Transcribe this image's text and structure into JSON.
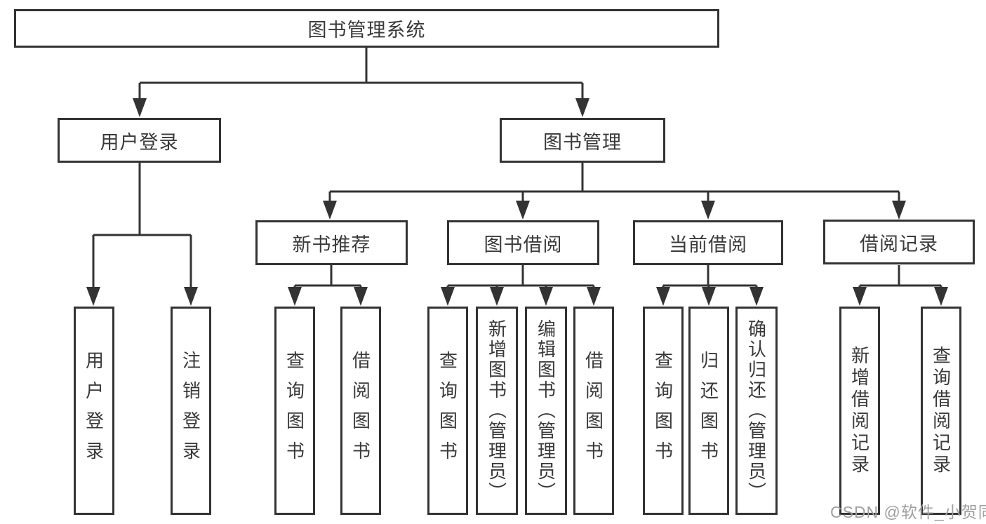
{
  "diagram": {
    "title": "图书管理系统",
    "root": {
      "label": "图书管理系统"
    },
    "level2": [
      {
        "label": "用户登录"
      },
      {
        "label": "图书管理"
      }
    ],
    "level3": [
      {
        "label": "新书推荐"
      },
      {
        "label": "图书借阅"
      },
      {
        "label": "当前借阅"
      },
      {
        "label": "借阅记录"
      }
    ],
    "leaves": {
      "user_login": [
        {
          "label": "用户登录"
        },
        {
          "label": "注销登录"
        }
      ],
      "new_book_recommend": [
        {
          "label": "查询图书"
        },
        {
          "label": "借阅图书"
        }
      ],
      "book_borrow": [
        {
          "label": "查询图书"
        },
        {
          "label": "新增图书（管理员）"
        },
        {
          "label": "编辑图书（管理员）"
        },
        {
          "label": "借阅图书"
        }
      ],
      "current_borrow": [
        {
          "label": "查询图书"
        },
        {
          "label": "归还图书"
        },
        {
          "label": "确认归还（管理员）"
        }
      ],
      "borrow_records": [
        {
          "label": "新增借阅记录"
        },
        {
          "label": "查询借阅记录"
        }
      ]
    }
  },
  "watermark": {
    "text": "CSDN @软件_小贺同学"
  },
  "colors": {
    "line": "#333333",
    "text": "#3a3a3a",
    "box_bg": "#ffffff",
    "watermark": "#a0a0a0",
    "background": "#ffffff"
  }
}
